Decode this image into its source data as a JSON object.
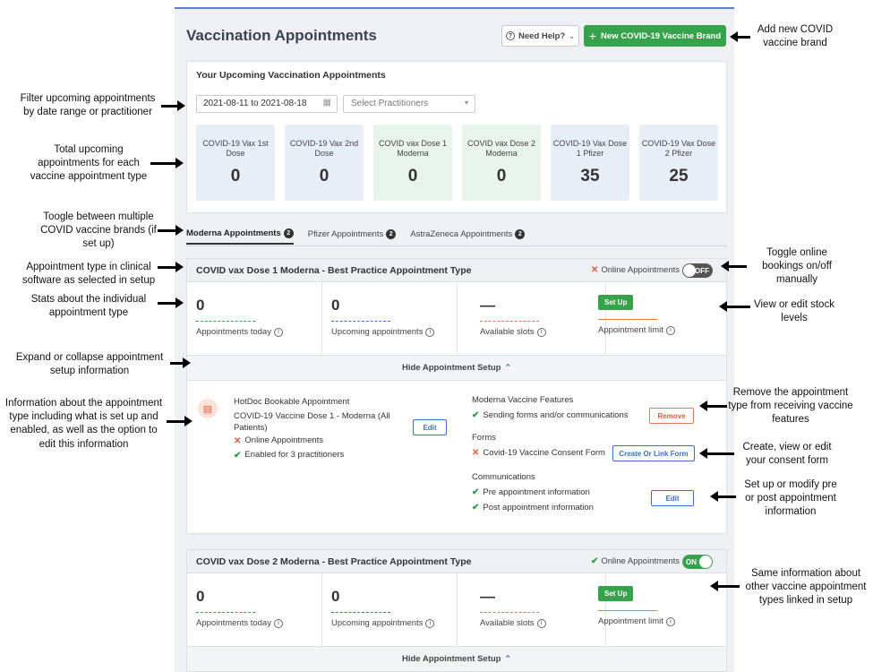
{
  "app": {
    "title": "Vaccination Appointments",
    "help_button": "Need Help?",
    "new_brand_button": "New COVID-19 Vaccine Brand"
  },
  "upcoming": {
    "title": "Your Upcoming Vaccination Appointments",
    "date_range": "2021-08-11 to 2021-08-18",
    "practitioner_placeholder": "Select Practitioners",
    "tiles": [
      {
        "label": "COVID-19 Vax 1st Dose",
        "value": "0"
      },
      {
        "label": "COVID-19 Vax 2nd Dose",
        "value": "0"
      },
      {
        "label": "COVID vax Dose 1 Moderna",
        "value": "0"
      },
      {
        "label": "COVID vax Dose 2 Moderna",
        "value": "0"
      },
      {
        "label": "COVID-19 Vax Dose 1 Pfizer",
        "value": "35"
      },
      {
        "label": "COVID-19 Vax Dose 2 Pfizer",
        "value": "25"
      }
    ]
  },
  "tabs": [
    {
      "label": "Moderna Appointments",
      "count": "2"
    },
    {
      "label": "Pfizer Appointments",
      "count": "2"
    },
    {
      "label": "AstraZeneca Appointments",
      "count": "2"
    }
  ],
  "section1": {
    "title": "COVID vax Dose 1 Moderna - Best Practice Appointment Type",
    "online_label": "Online Appointments",
    "toggle": "OFF",
    "stats": {
      "today_value": "0",
      "today_label": "Appointments today",
      "upcoming_value": "0",
      "upcoming_label": "Upcoming appointments",
      "slots_value": "—",
      "slots_label": "Available slots",
      "setup_button": "Set Up",
      "limit_label": "Appointment limit"
    },
    "hide_label": "Hide Appointment Setup",
    "details": {
      "bookable_heading": "HotDoc Bookable Appointment",
      "bookable_name": "COVID-19 Vaccine Dose 1 - Moderna (All Patients)",
      "edit_button": "Edit",
      "online_item": "Online Appointments",
      "enabled_item": "Enabled for 3 practitioners",
      "features_heading": "Moderna Vaccine Features",
      "features_item": "Sending forms and/or communications",
      "remove_button": "Remove",
      "forms_heading": "Forms",
      "forms_item": "Covid-19 Vaccine Consent Form",
      "form_button": "Create Or Link Form",
      "comms_heading": "Communications",
      "comms_pre": "Pre appointment information",
      "comms_post": "Post appointment information",
      "comms_edit": "Edit"
    }
  },
  "section2": {
    "title": "COVID vax Dose 2 Moderna - Best Practice Appointment Type",
    "online_label": "Online Appointments",
    "toggle": "ON",
    "stats": {
      "today_value": "0",
      "today_label": "Appointments today",
      "upcoming_value": "0",
      "upcoming_label": "Upcoming appointments",
      "slots_value": "—",
      "slots_label": "Available slots",
      "setup_button": "Set Up",
      "limit_label": "Appointment limit"
    },
    "hide_label": "Hide Appointment Setup"
  },
  "annotations": {
    "new_brand": "Add new COVID vaccine brand",
    "filter": "Filter upcoming appointments by date range or practitioner",
    "totals": "Total upcoming appointments for each vaccine appointment type",
    "toggle_brands": "Toogle between multiple COVID vaccine brands (if set up)",
    "toggle_online": "Toggle online bookings on/off manually",
    "appt_type": "Appointment type in clinical software as selected in setup",
    "stats": "Stats about the individual appointment type",
    "stock": "View or edit stock levels",
    "expand": "Expand or collapse appointment setup information",
    "info": "Information about the appointment type including what is set up and enabled, as well as the option to edit this information",
    "remove": "Remove the appointment type from receiving vaccine features",
    "consent": "Create, view or edit your consent form",
    "prepost": "Set up or modify pre or post appointment information",
    "same": "Same information about other vaccine appointment types linked in setup"
  }
}
